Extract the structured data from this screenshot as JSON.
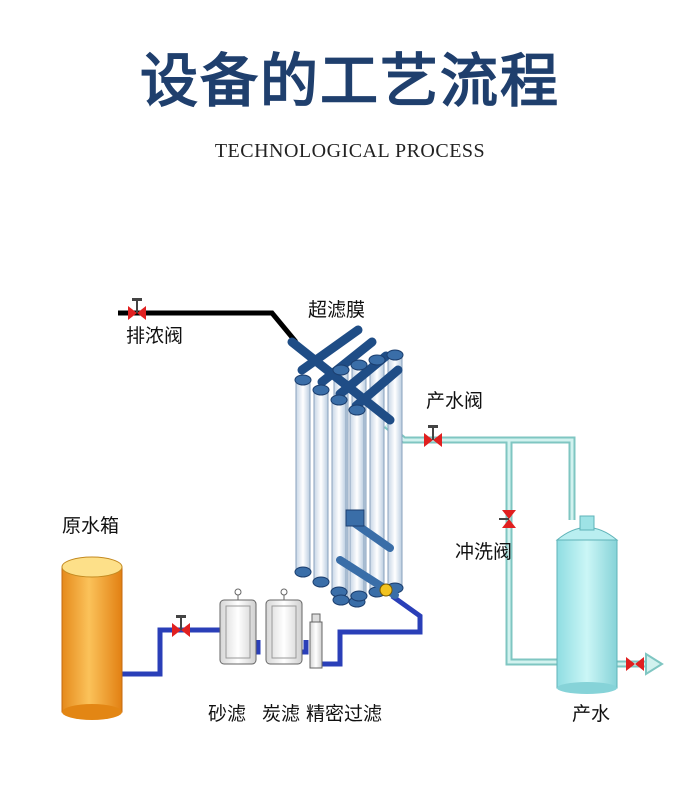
{
  "header": {
    "title": "设备的工艺流程",
    "subtitle": "TECHNOLOGICAL PROCESS"
  },
  "labels": {
    "concentrate_valve": "排浓阀",
    "ultrafiltration_membrane": "超滤膜",
    "product_water_valve": "产水阀",
    "raw_water_tank": "原水箱",
    "flush_valve": "冲洗阀",
    "sand_filter": "砂滤",
    "carbon_filter": "炭滤",
    "precision_filter": "精密过滤",
    "product_water": "产水"
  },
  "colors": {
    "title": "#1f3f6d",
    "feed_pipe": "#2a3fb8",
    "concentrate_pipe": "#000000",
    "product_pipe": "#bfe8e4",
    "membrane_blue": "#3a6ea8",
    "raw_tank": "#f3a43a",
    "product_tank": "#a8ecef",
    "valve": "#e02020"
  }
}
